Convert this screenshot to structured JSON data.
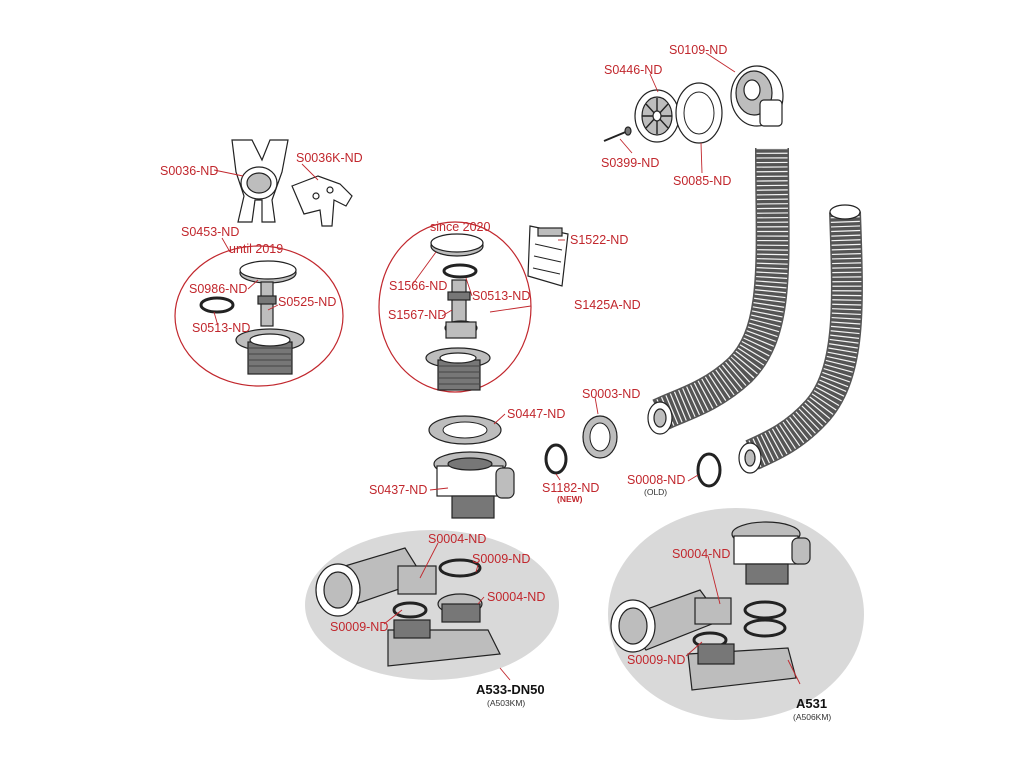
{
  "colors": {
    "label": "#c1272d",
    "model_text": "#111111",
    "ellipse_fill": "#d9d9d9",
    "circle_stroke": "#c1272d"
  },
  "labels": {
    "s0109": "S0109-ND",
    "s0446": "S0446-ND",
    "s0399": "S0399-ND",
    "s0085": "S0085-ND",
    "s0036": "S0036-ND",
    "s0036k": "S0036K-ND",
    "s0453": "S0453-ND",
    "until2019": "until 2019",
    "s0986": "S0986-ND",
    "s0525": "S0525-ND",
    "s0513_left": "S0513-ND",
    "since2020": "since 2020",
    "s1522": "S1522-ND",
    "s1566": "S1566-ND",
    "s0513_right": "S0513-ND",
    "s1425a": "S1425A-ND",
    "s1567": "S1567-ND",
    "s0447": "S0447-ND",
    "s0003": "S0003-ND",
    "s1182": "S1182-ND",
    "s1182_note": "(NEW)",
    "s0008": "S0008-ND",
    "s0008_note": "(OLD)",
    "s0437": "S0437-ND",
    "a533_s0004_top": "S0004-ND",
    "a533_s0009_top": "S0009-ND",
    "a533_s0004_right": "S0004-ND",
    "a533_s0009_left": "S0009-ND",
    "a531_s0004": "S0004-ND",
    "a531_s0009": "S0009-ND"
  },
  "models": {
    "a533": {
      "name": "A533-DN50",
      "code": "(A503KM)"
    },
    "a531": {
      "name": "A531",
      "code": "(A506KM)"
    }
  }
}
